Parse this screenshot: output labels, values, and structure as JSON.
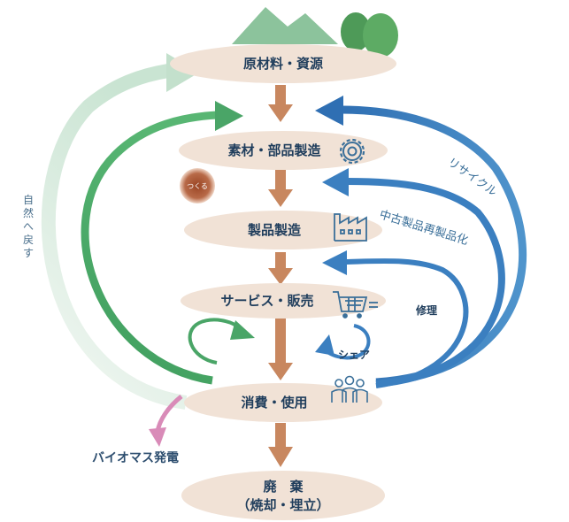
{
  "stages": {
    "raw_materials": "原材料・資源",
    "materials_parts": "素材・部品製造",
    "product_manufacturing": "製品製造",
    "service_sales": "サービス・販売",
    "consumption_use": "消費・使用",
    "disposal_line1": "廃　棄",
    "disposal_line2": "（焼却・埋立）"
  },
  "flows": {
    "recycle": "リサイクル",
    "remanufacture": "中古製品再製品化",
    "repair": "修理",
    "share": "シェア",
    "biomass": "バイオマス発電",
    "return_to_nature_chars": [
      "自",
      "然",
      "へ",
      "戻",
      "す"
    ]
  },
  "badge": {
    "make": "つくる"
  },
  "icons": [
    "mountain-icon",
    "tree-icon",
    "gear-icon",
    "factory-icon",
    "shopping-cart-icon",
    "people-icon"
  ],
  "colors": {
    "stage_fill": "#f1e2d6",
    "down_arrow": "#c8875f",
    "green": "#4aa567",
    "pale_green": "#cfe6d6",
    "blue": "#3b7fc0",
    "pink": "#d98bb8",
    "badge": "#a0502e"
  }
}
